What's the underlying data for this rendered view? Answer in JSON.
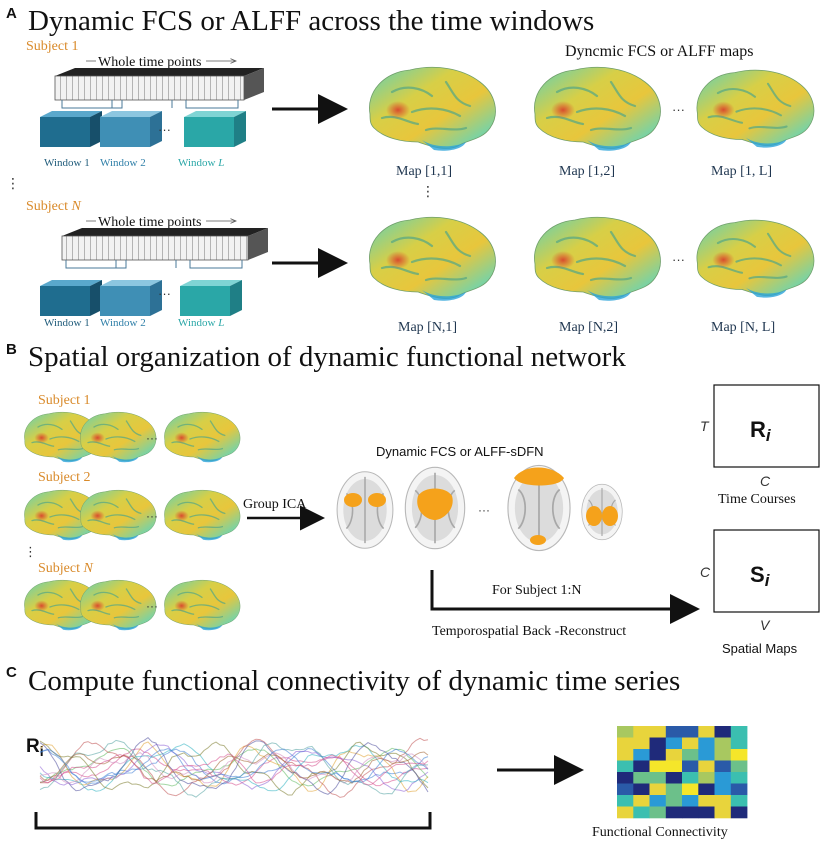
{
  "panel_a": {
    "letter": "A",
    "title": "Dynamic FCS or ALFF across the time windows",
    "maps_title": "Dyncmic FCS or ALFF maps",
    "subject_1": "Subject 1",
    "subject_n_prefix": "Subject ",
    "subject_n_var": "N",
    "whole_time_points": "Whole time points",
    "window_1": "Window 1",
    "window_2": "Window 2",
    "window_l_prefix": "Window ",
    "window_l_var": "L",
    "ellipsis": "···",
    "vertical_dots": "⋮",
    "map_labels_row1": [
      "Map  [1,1]",
      "Map  [1,2]",
      "Map  [1, L]"
    ],
    "map_labels_rowN": [
      "Map  [N,1]",
      "Map  [N,2]",
      "Map  [N, L]"
    ]
  },
  "panel_b": {
    "letter": "B",
    "title": "Spatial organization of dynamic functional network",
    "subject_1": "Subject 1",
    "subject_2": "Subject 2",
    "subject_n_prefix": "Subject ",
    "subject_n_var": "N",
    "group_ica": "Group ICA",
    "sdfn_title": "Dynamic FCS or ALFF-sDFN",
    "for_subject": "For Subject 1:N",
    "back_reconstruct": "Temporospatial Back -Reconstruct",
    "r_matrix_symbol": "R",
    "r_matrix_sub": "i",
    "r_row_label": "T",
    "r_col_label": "C",
    "time_courses": "Time Courses",
    "s_matrix_symbol": "S",
    "s_matrix_sub": "i",
    "s_row_label": "C",
    "s_col_label": "V",
    "spatial_maps": "Spatial Maps"
  },
  "panel_c": {
    "letter": "C",
    "title": "Compute functional connectivity of dynamic time series",
    "series_symbol": "R",
    "series_sub": "i",
    "fc_label": "Functional Connectivity"
  },
  "colors": {
    "brain_base": "#e8c63c",
    "brain_teal": "#3bbfa8",
    "subject_orange": "#d98a2a",
    "window_dark": "#1f5b7a",
    "window_teal": "#2aa7a7"
  }
}
